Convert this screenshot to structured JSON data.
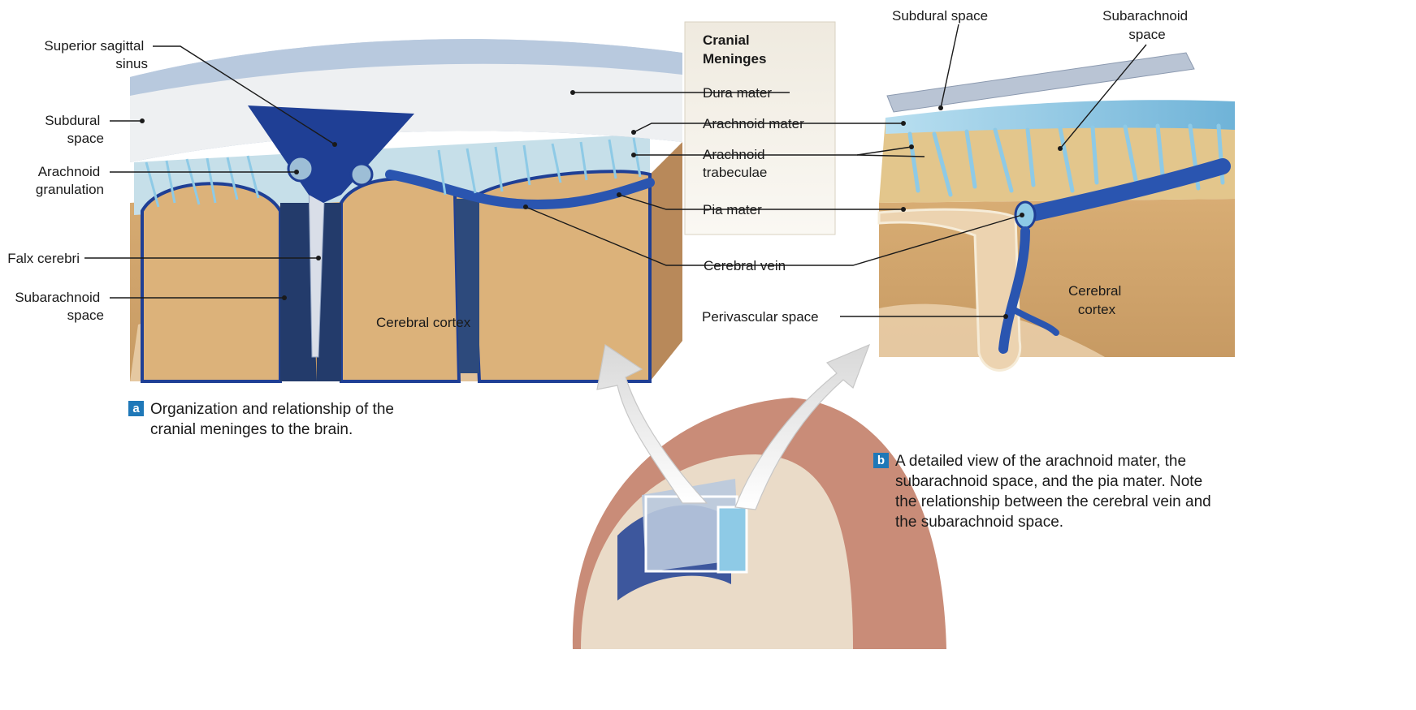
{
  "legend_box": {
    "title_lines": [
      "Cranial",
      "Meninges"
    ],
    "items": [
      {
        "key": "dura",
        "text": "Dura mater"
      },
      {
        "key": "arachnoid",
        "text": "Arachnoid mater"
      },
      {
        "key": "trabeculae",
        "lines": [
          "Arachnoid",
          "trabeculae"
        ]
      },
      {
        "key": "pia",
        "text": "Pia mater"
      }
    ]
  },
  "panel_a": {
    "labels": {
      "superior_sagittal_sinus": [
        "Superior sagittal",
        "sinus"
      ],
      "subdural_space": [
        "Subdural",
        "space"
      ],
      "arachnoid_granulation": [
        "Arachnoid",
        "granulation"
      ],
      "falx_cerebri": [
        "Falx cerebri"
      ],
      "subarachnoid_space": [
        "Subarachnoid",
        "space"
      ],
      "cerebral_cortex": [
        "Cerebral cortex"
      ]
    },
    "badge": "a",
    "caption_lines": [
      "Organization and relationship of the",
      "cranial meninges to the brain."
    ]
  },
  "center_labels": {
    "cerebral_vein": "Cerebral vein",
    "perivascular_space": "Perivascular space"
  },
  "panel_b": {
    "labels": {
      "subdural_space": [
        "Subdural space"
      ],
      "subarachnoid_space": [
        "Subarachnoid",
        "space"
      ],
      "cerebral_cortex": [
        "Cerebral",
        "cortex"
      ]
    },
    "badge": "b",
    "caption_lines": [
      "A detailed view of the arachnoid mater, the",
      "subarachnoid space, and the pia mater. Note",
      "the relationship between the cerebral vein and",
      "the subarachnoid space."
    ]
  },
  "colors": {
    "dura": "#9fb4cf",
    "dura_top": "#b9c9de",
    "arachnoid_blue": "#8ecae6",
    "sinus_blue": "#1f3f95",
    "vein_blue": "#2a55b0",
    "cortex_tan": "#d9b07a",
    "cortex_dark": "#c89a62",
    "gray_matter": "#e7c79b",
    "legend_bg": "#f3efe6",
    "badge_blue": "#1f78b8",
    "skin": "#c98c78"
  }
}
